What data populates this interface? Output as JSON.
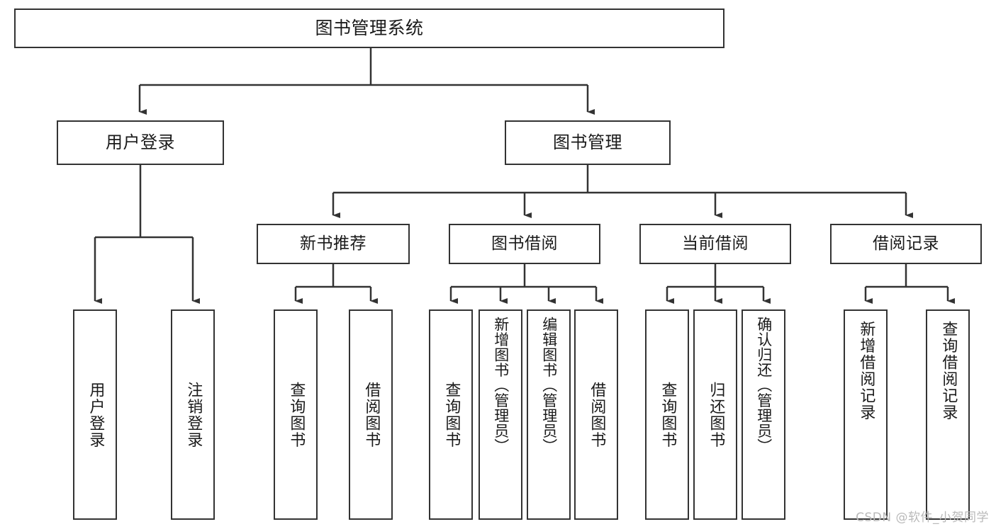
{
  "diagram": {
    "title": "图书管理系统",
    "type": "tree",
    "watermark": "CSDN @软件_小贺同学",
    "colors": {
      "border": "#333333",
      "background": "#ffffff",
      "text": "#1a1a1a",
      "connector": "#333333",
      "watermark": "#b9b9b9"
    },
    "nodes": {
      "root": {
        "label": "图书管理系统"
      },
      "level2": [
        {
          "id": "user-login",
          "label": "用户登录"
        },
        {
          "id": "book-manage",
          "label": "图书管理"
        }
      ],
      "level3": [
        {
          "id": "new-book-recommend",
          "label": "新书推荐"
        },
        {
          "id": "book-borrow",
          "label": "图书借阅"
        },
        {
          "id": "current-borrow",
          "label": "当前借阅"
        },
        {
          "id": "borrow-record",
          "label": "借阅记录"
        }
      ],
      "leaves": {
        "user-login": [
          {
            "id": "leaf-user-login",
            "label": "用户登录"
          },
          {
            "id": "leaf-user-logout",
            "label": "注销登录"
          }
        ],
        "new-book-recommend": [
          {
            "id": "leaf-query-book-1",
            "label": "查询图书"
          },
          {
            "id": "leaf-borrow-book-1",
            "label": "借阅图书"
          }
        ],
        "book-borrow": [
          {
            "id": "leaf-query-book-2",
            "label": "查询图书"
          },
          {
            "id": "leaf-add-book",
            "label": "新增图书（管理员）"
          },
          {
            "id": "leaf-edit-book",
            "label": "编辑图书（管理员）"
          },
          {
            "id": "leaf-borrow-book-2",
            "label": "借阅图书"
          }
        ],
        "current-borrow": [
          {
            "id": "leaf-query-book-3",
            "label": "查询图书"
          },
          {
            "id": "leaf-return-book",
            "label": "归还图书"
          },
          {
            "id": "leaf-confirm-return",
            "label": "确认归还（管理员）"
          }
        ],
        "borrow-record": [
          {
            "id": "leaf-add-record",
            "label": "新增借阅记录"
          },
          {
            "id": "leaf-query-record",
            "label": "查询借阅记录"
          }
        ]
      }
    }
  }
}
